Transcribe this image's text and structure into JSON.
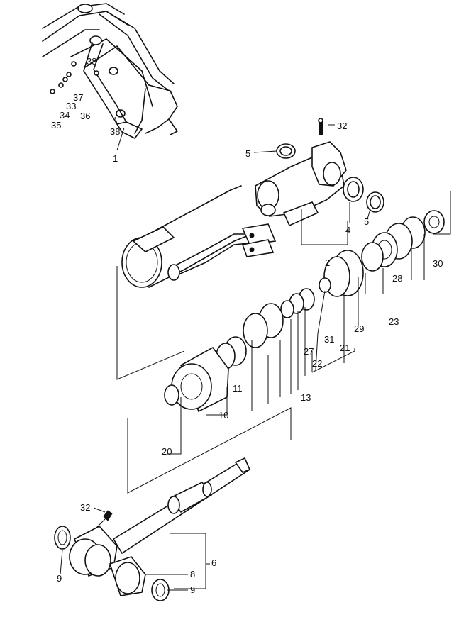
{
  "labels": {
    "p1": "1",
    "p2": "2",
    "p4": "4",
    "p5a": "5",
    "p5b": "5",
    "p6": "6",
    "p8": "8",
    "p9a": "9",
    "p9b": "9",
    "p10": "10",
    "p11": "11",
    "p13": "13",
    "p20": "20",
    "p21": "21",
    "p22": "22",
    "p23": "23",
    "p27": "27",
    "p28": "28",
    "p29": "29",
    "p30": "30",
    "p31": "31",
    "p32a": "32",
    "p32b": "32",
    "p33": "33",
    "p34": "34",
    "p35": "35",
    "p36": "36",
    "p37": "37",
    "p38a": "38",
    "p38b": "38"
  }
}
